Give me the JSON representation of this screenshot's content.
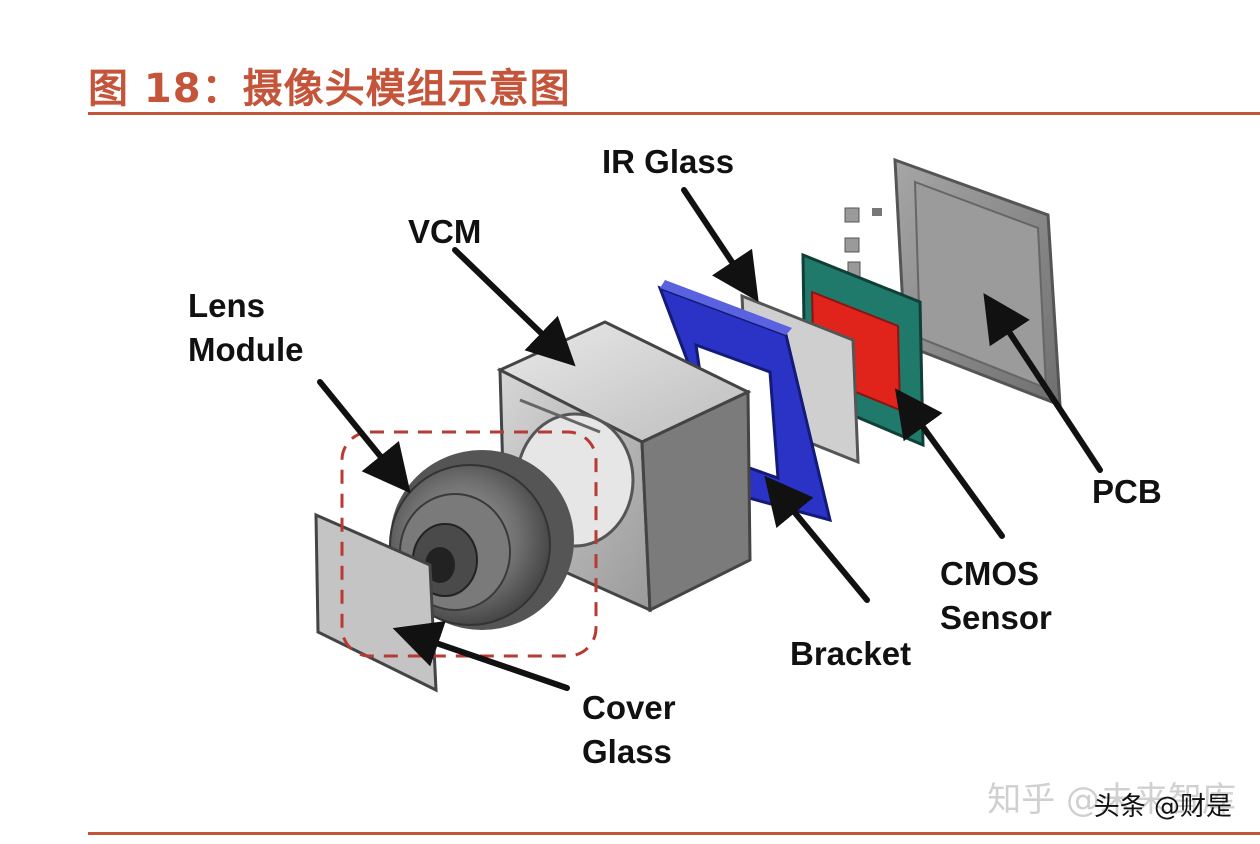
{
  "title": "图 18：摄像头模组示意图",
  "labels": {
    "ir_glass": "IR Glass",
    "vcm": "VCM",
    "lens_module_1": "Lens",
    "lens_module_2": "Module",
    "pcb": "PCB",
    "cmos_1": "CMOS",
    "cmos_2": "Sensor",
    "bracket": "Bracket",
    "cover_1": "Cover",
    "cover_2": "Glass"
  },
  "watermarks": {
    "zhihu": "知乎 @未来智库",
    "toutiao": "头条 @财是"
  },
  "colors": {
    "title": "#c4553a",
    "bracket": "#2b33c6",
    "cmos_board": "#1f7a6b",
    "cmos_die": "#e0241c",
    "pcb": "#8f8f8f",
    "dashed_box": "#b83a33"
  }
}
